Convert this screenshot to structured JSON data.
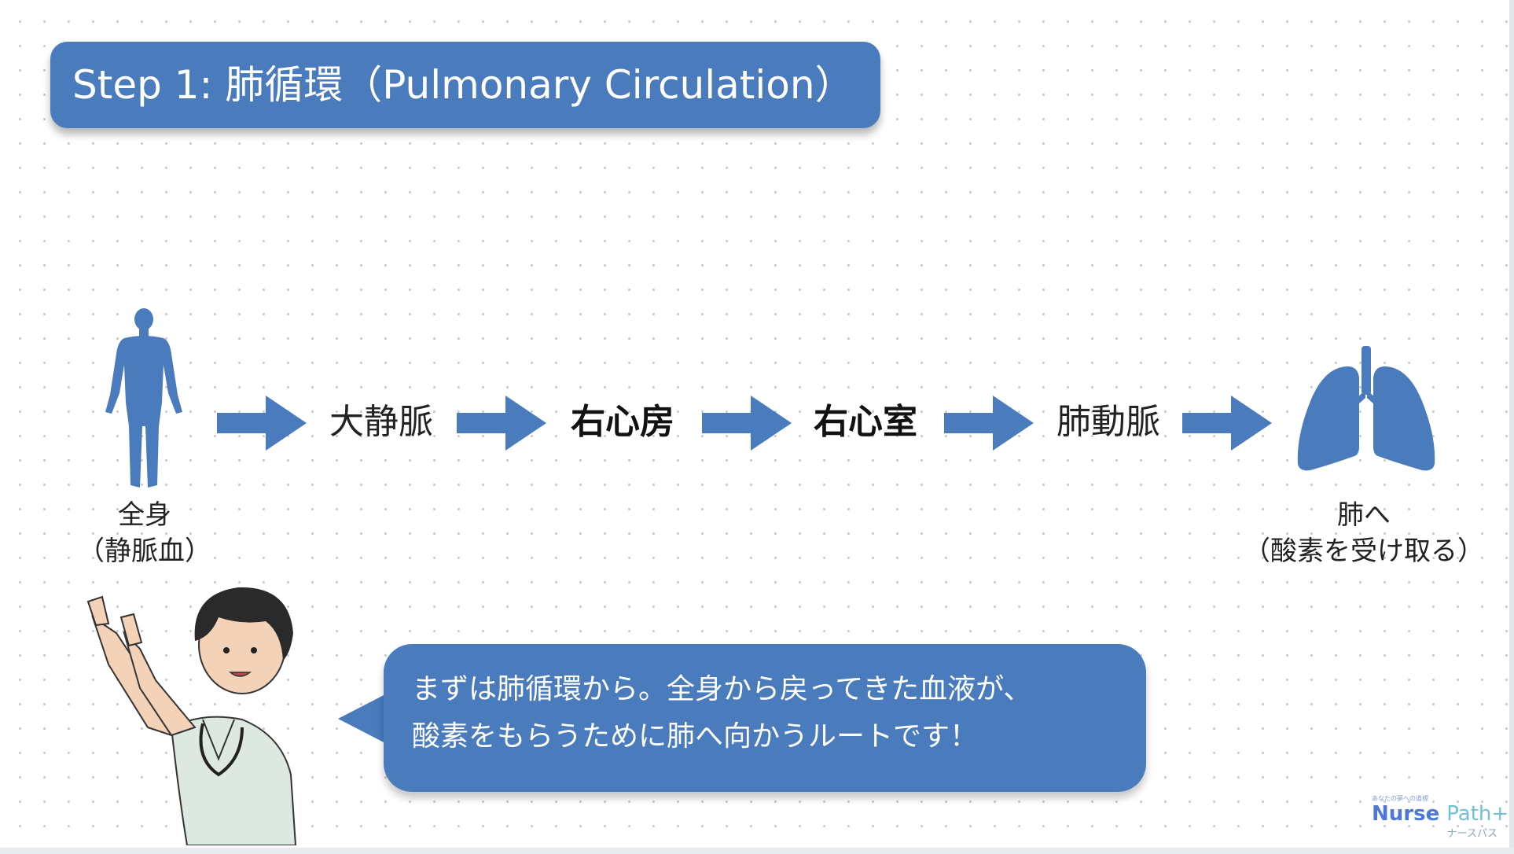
{
  "title": "Step 1: 肺循環（Pulmonary Circulation）",
  "flow": {
    "start_label_1": "全身",
    "start_label_2": "（静脈血）",
    "steps": [
      "大静脈",
      "右心房",
      "右心室",
      "肺動脈"
    ],
    "end_label_1": "肺へ",
    "end_label_2": "（酸素を受け取る）"
  },
  "speech": {
    "line1": "まずは肺循環から。全身から戻ってきた血液が、",
    "line2": "酸素をもらうために肺へ向かうルートです！"
  },
  "logo": {
    "tagline": "あなたの夢への道標",
    "name_part1": "Nurse ",
    "name_part2": "Path+",
    "kana": "ナースパス"
  },
  "colors": {
    "accent": "#4a7bbd"
  }
}
